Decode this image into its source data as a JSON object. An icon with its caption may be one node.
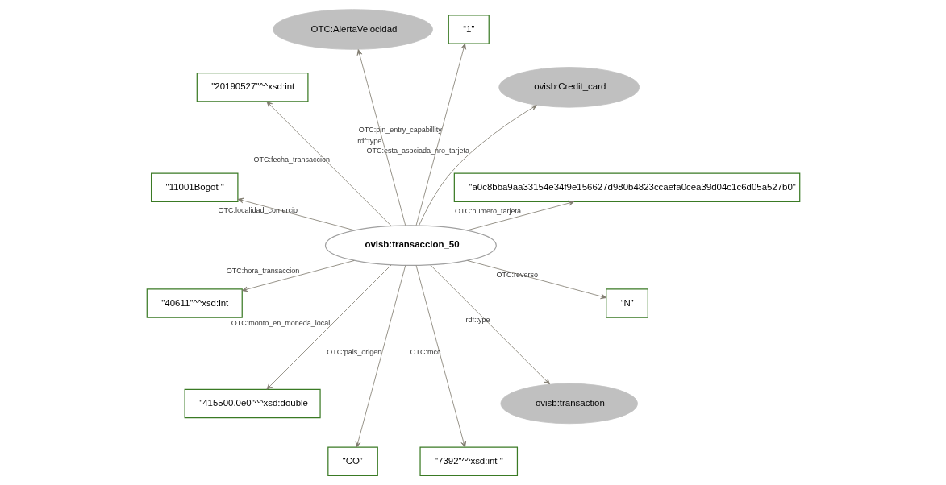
{
  "diagram": {
    "nodes": [
      {
        "text": [
          "\"a0c8bba9aa33154e34f9e156627d980b4823ccaefa0cea39d04c1c6d05a527b0\""
        ]
      },
      {
        "text": [
          "ovisb:Credit_card"
        ]
      },
      {
        "text": [
          "“1”"
        ]
      },
      {
        "text": [
          "OTC:AlertaVelocidad"
        ]
      },
      {
        "text": [
          "\"20190527\"^^xsd:int"
        ]
      },
      {
        "text": [
          "\"11001Bogot \""
        ]
      },
      {
        "text": [
          "ovisb:transaccion_50"
        ]
      },
      {
        "text": [
          "\"40611\"^^xsd:int"
        ]
      },
      {
        "text": [
          "\"415500.0e0\"^^xsd:double"
        ]
      },
      {
        "text": [
          "“CO”"
        ]
      },
      {
        "text": [
          "\"7392\"^^xsd:int \""
        ]
      },
      {
        "text": [
          "ovisb:transaction"
        ]
      },
      {
        "text": [
          "“N”"
        ]
      }
    ],
    "edges": [
      {
        "from": 6,
        "to": 0,
        "arrow": "to",
        "label": "OTC:numero_tarjeta"
      },
      {
        "from": 6,
        "to": 2,
        "arrow": "to",
        "label": "OTC:pin_entry_capabillity"
      },
      {
        "from": 6,
        "to": 5,
        "arrow": "to",
        "label": "OTC:localidad_comercio"
      },
      {
        "from": 6,
        "to": 8,
        "arrow": "to",
        "label": "OTC:monto_en_moneda_local"
      },
      {
        "from": 6,
        "to": 10,
        "arrow": "to",
        "label": "OTC:mcc"
      },
      {
        "from": 6,
        "to": 11,
        "arrow": "to",
        "label": "rdf:type"
      },
      {
        "from": 6,
        "to": 12,
        "arrow": "to",
        "label": "OTC:reverso"
      },
      {
        "from": 6,
        "to": 9,
        "arrow": "to",
        "label": "OTC:pais_origen"
      },
      {
        "from": 6,
        "to": 7,
        "arrow": "to",
        "label": "OTC:hora_transaccion"
      },
      {
        "from": 6,
        "to": 4,
        "arrow": "to",
        "label": "OTC:fecha_transaccion"
      },
      {
        "from": 6,
        "to": 1,
        "arrow": "to",
        "label": "OTC:esta_asociada_nro_tarjeta"
      },
      {
        "from": 6,
        "to": 3,
        "arrow": "to",
        "label": "rdf:type"
      }
    ]
  }
}
